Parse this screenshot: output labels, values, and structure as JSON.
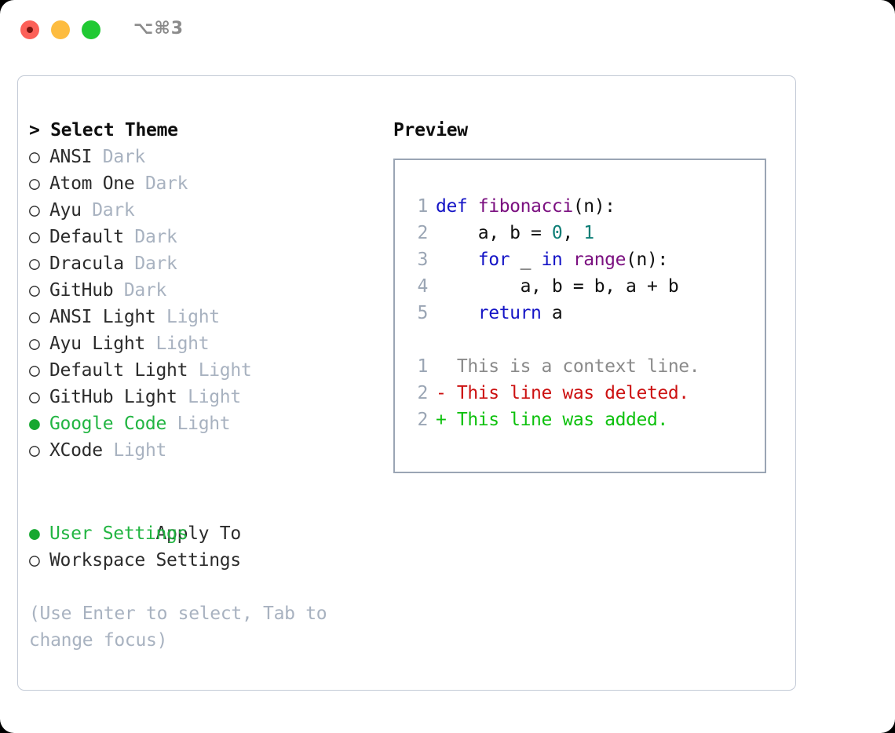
{
  "titlebar": {
    "dots": [
      "close-red",
      "minimize-yellow",
      "maximize-green"
    ],
    "shortcut": "⌥⌘3"
  },
  "theme_picker": {
    "header": "> Select Theme",
    "marker_unselected": "○",
    "marker_selected": "●",
    "items": [
      {
        "marker": "○",
        "name": "ANSI",
        "tag": "Dark",
        "selected": false
      },
      {
        "marker": "○",
        "name": "Atom One",
        "tag": "Dark",
        "selected": false
      },
      {
        "marker": "○",
        "name": "Ayu",
        "tag": "Dark",
        "selected": false
      },
      {
        "marker": "○",
        "name": "Default",
        "tag": "Dark",
        "selected": false
      },
      {
        "marker": "○",
        "name": "Dracula",
        "tag": "Dark",
        "selected": false
      },
      {
        "marker": "○",
        "name": "GitHub",
        "tag": "Dark",
        "selected": false
      },
      {
        "marker": "○",
        "name": "ANSI Light",
        "tag": "Light",
        "selected": false
      },
      {
        "marker": "○",
        "name": "Ayu Light",
        "tag": "Light",
        "selected": false
      },
      {
        "marker": "○",
        "name": "Default Light",
        "tag": "Light",
        "selected": false
      },
      {
        "marker": "○",
        "name": "GitHub Light",
        "tag": "Light",
        "selected": false
      },
      {
        "marker": "●",
        "name": "Google Code",
        "tag": "Light",
        "selected": true
      },
      {
        "marker": "○",
        "name": "XCode",
        "tag": "Light",
        "selected": false
      }
    ]
  },
  "apply_to": {
    "header": "Apply To",
    "items": [
      {
        "marker": "●",
        "label": "User Settings",
        "selected": true
      },
      {
        "marker": "○",
        "label": "Workspace Settings",
        "selected": false
      }
    ]
  },
  "hint": "(Use Enter to select, Tab to change focus)",
  "preview": {
    "title": "Preview",
    "code_lines": [
      {
        "number": "1",
        "tokens": [
          {
            "text": "def ",
            "kind": "kw"
          },
          {
            "text": "fibonacci",
            "kind": "fn"
          },
          {
            "text": "(n):",
            "kind": "plain"
          }
        ]
      },
      {
        "number": "2",
        "tokens": [
          {
            "text": "    a, b = ",
            "kind": "plain"
          },
          {
            "text": "0",
            "kind": "num"
          },
          {
            "text": ", ",
            "kind": "plain"
          },
          {
            "text": "1",
            "kind": "num"
          }
        ]
      },
      {
        "number": "3",
        "tokens": [
          {
            "text": "    ",
            "kind": "plain"
          },
          {
            "text": "for",
            "kind": "kw"
          },
          {
            "text": " _ ",
            "kind": "plain"
          },
          {
            "text": "in",
            "kind": "kw"
          },
          {
            "text": " ",
            "kind": "plain"
          },
          {
            "text": "range",
            "kind": "fn"
          },
          {
            "text": "(n):",
            "kind": "plain"
          }
        ]
      },
      {
        "number": "4",
        "tokens": [
          {
            "text": "        a, b = b, a + b",
            "kind": "plain"
          }
        ]
      },
      {
        "number": "5",
        "tokens": [
          {
            "text": "    ",
            "kind": "plain"
          },
          {
            "text": "return",
            "kind": "kw"
          },
          {
            "text": " a",
            "kind": "plain"
          }
        ]
      }
    ],
    "diff_lines": [
      {
        "number": "1",
        "sign": " ",
        "text": " This is a context line.",
        "kind": "ctx"
      },
      {
        "number": "2",
        "sign": "-",
        "text": " This line was deleted.",
        "kind": "del"
      },
      {
        "number": "2",
        "sign": "+",
        "text": " This line was added.",
        "kind": "add"
      }
    ]
  },
  "colors": {
    "selected_green": "#22b542",
    "tag_gray": "#a8b2c0",
    "keyword_blue": "#1414c6",
    "function_purple": "#7b1080",
    "number_teal": "#0b7d75",
    "diff_deleted_red": "#cc1111",
    "diff_added_green": "#0ec10e",
    "border_gray": "#9aa5b4",
    "panel_border": "#c3cad6"
  }
}
